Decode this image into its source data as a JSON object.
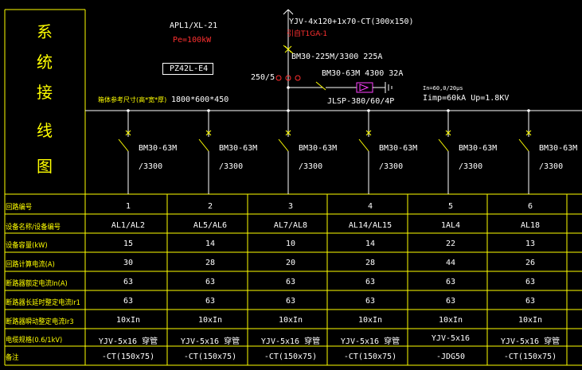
{
  "side_title": [
    "系",
    "统",
    "接",
    "线",
    "图"
  ],
  "panel": {
    "name": "APL1/XL-21",
    "power": "Pe=100kW",
    "model": "PZ42L-E4",
    "dims_label": "箱体参考尺寸(高*宽*厚)",
    "dims_value": "1800*600*450"
  },
  "incoming": {
    "cable": "YJV-4x120+1x70-CT(300x150)",
    "source": "引自T1GA-1",
    "main_breaker": "BM30-225M/3300 225A",
    "ct_ratio": "250/5",
    "spd_breaker": "BM30-63M 4300 32A",
    "spd_model": "JLSP-380/60/4P",
    "spd_label": "In=60,0/20μs",
    "spd_spec": "Iimp=60kA Up=1.8KV"
  },
  "branch_breakers": [
    {
      "model": "BM30-63M",
      "rating": "/3300"
    },
    {
      "model": "BM30-63M",
      "rating": "/3300"
    },
    {
      "model": "BM30-63M",
      "rating": "/3300"
    },
    {
      "model": "BM30-63M",
      "rating": "/3300"
    },
    {
      "model": "BM30-63M",
      "rating": "/3300"
    },
    {
      "model": "BM30-63M",
      "rating": "/3300"
    }
  ],
  "row_labels": [
    "回路编号",
    "设备名称/设备编号",
    "设备容量(kW)",
    "回路计算电流(A)",
    "断路器额定电流In(A)",
    "断路器长延时整定电流Ir1",
    "断路器瞬动整定电流Ir3",
    "电缆规格(0.6/1kV)",
    "备注"
  ],
  "table": [
    [
      "1",
      "2",
      "3",
      "4",
      "5",
      "6"
    ],
    [
      "AL1/AL2",
      "AL5/AL6",
      "AL7/AL8",
      "AL14/AL15",
      "1AL4",
      "AL18"
    ],
    [
      "15",
      "14",
      "10",
      "14",
      "22",
      "13"
    ],
    [
      "30",
      "28",
      "20",
      "28",
      "44",
      "26"
    ],
    [
      "63",
      "63",
      "63",
      "63",
      "63",
      "63"
    ],
    [
      "63",
      "63",
      "63",
      "63",
      "63",
      "63"
    ],
    [
      "10xIn",
      "10xIn",
      "10xIn",
      "10xIn",
      "10xIn",
      "10xIn"
    ],
    [
      "YJV-5x16 穿管",
      "YJV-5x16 穿管",
      "YJV-5x16 穿管",
      "YJV-5x16 穿管",
      "YJV-5x16",
      "YJV-5x16 穿管"
    ],
    [
      "-CT(150x75)",
      "-CT(150x75)",
      "-CT(150x75)",
      "-CT(150x75)",
      "-JDG50",
      "-CT(150x75)"
    ]
  ],
  "colors": {
    "background": "#000000",
    "line": "#ffffff",
    "grid": "#ffff00",
    "label": "#ffff00",
    "red_text": "#ff3030",
    "magenta": "#ff40ff",
    "switch": "#ffff00"
  }
}
